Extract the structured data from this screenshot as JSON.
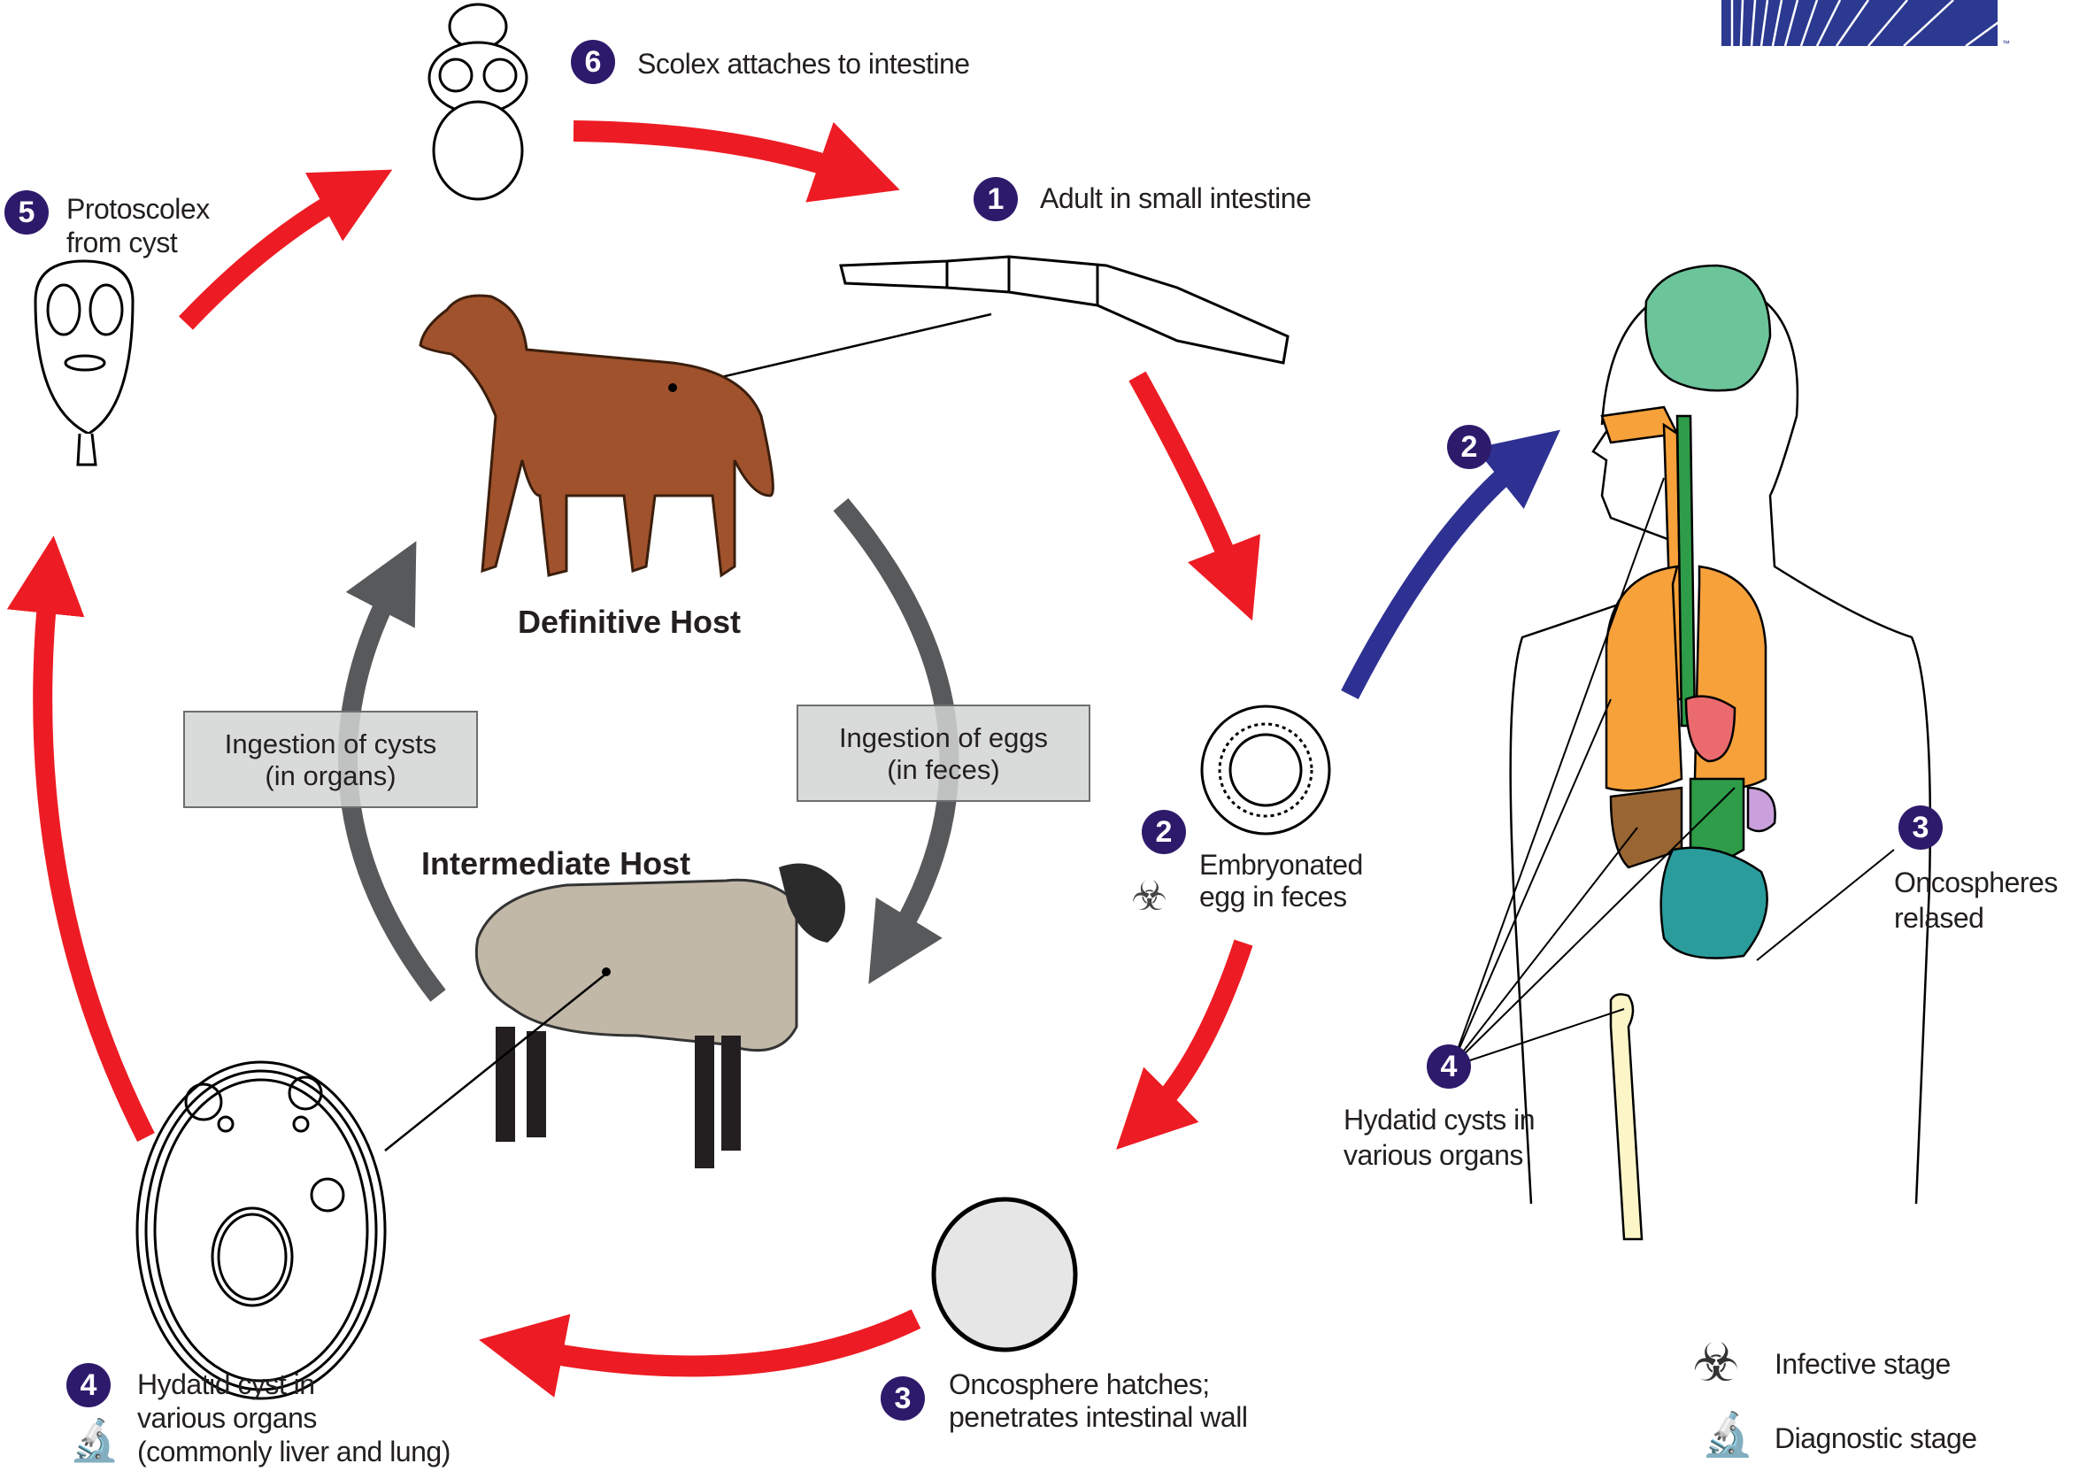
{
  "colors": {
    "cycle_arrow": "#ed1c24",
    "host_arrow": "#58595b",
    "human_arrow": "#2e3192",
    "badge": "#2e1a6b",
    "box_fill": "#d1d3d4",
    "logo_blue": "#2b3990"
  },
  "stages": {
    "s6": {
      "number": "6",
      "text": "Scolex attaches to intestine"
    },
    "s5": {
      "number": "5",
      "line1": "Protoscolex",
      "line2": "from cyst"
    },
    "s1": {
      "number": "1",
      "text": "Adult in small intestine"
    },
    "s2": {
      "number": "2",
      "line1": "Embryonated",
      "line2": "egg in feces",
      "icon": "biohazard-icon"
    },
    "s3": {
      "number": "3",
      "line1": "Oncosphere hatches;",
      "line2": "penetrates intestinal wall"
    },
    "s4": {
      "number": "4",
      "line1": "Hydatid cyst in",
      "line2": "various organs",
      "line3": "(commonly liver and lung)",
      "icon": "microscope-icon"
    }
  },
  "hosts": {
    "definitive": "Definitive Host",
    "intermediate": "Intermediate Host"
  },
  "boxes": {
    "cysts": {
      "line1": "Ingestion of cysts",
      "line2": "(in organs)"
    },
    "eggs": {
      "line1": "Ingestion of eggs",
      "line2": "(in feces)"
    }
  },
  "human": {
    "arrow_badge": "2",
    "oncospheres": {
      "number": "3",
      "line1": "Oncospheres",
      "line2": "relased"
    },
    "cysts": {
      "number": "4",
      "line1": "Hydatid cysts in",
      "line2": "various organs"
    }
  },
  "legend": {
    "infective": {
      "icon": "biohazard-icon",
      "label": "Infective stage"
    },
    "diagnostic": {
      "icon": "microscope-icon",
      "label": "Diagnostic stage"
    }
  },
  "logo": {
    "tm": "™"
  }
}
